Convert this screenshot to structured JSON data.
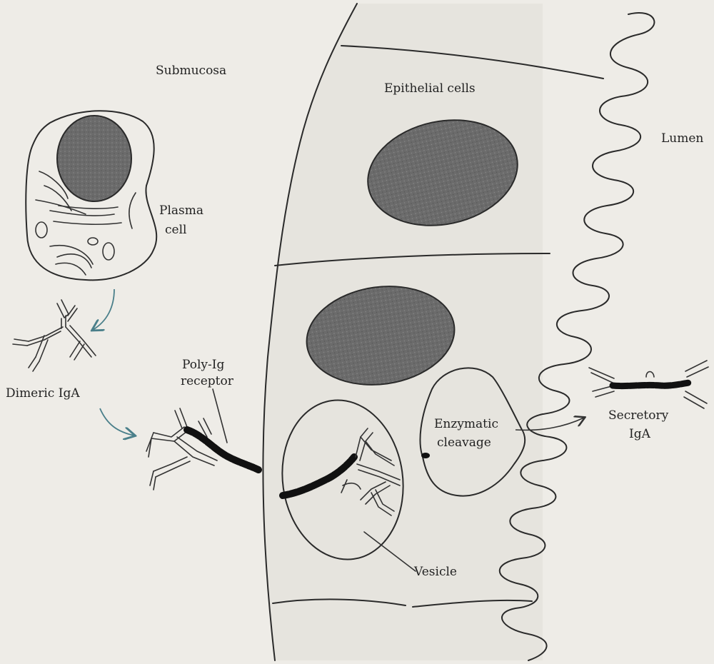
{
  "labels": {
    "submucosa": "Submucosa",
    "epithelial_cells": "Epithelial cells",
    "lumen": "Lumen",
    "plasma_cell_line1": "Plasma",
    "plasma_cell_line2": "cell",
    "dimeric_iga": "Dimeric IgA",
    "poly_ig_line1": "Poly-Ig",
    "poly_ig_line2": "receptor",
    "enzymatic_line1": "Enzymatic",
    "enzymatic_line2": "cleavage",
    "secretory_line1": "Secretory",
    "secretory_line2": "IgA",
    "vesicle": "Vesicle"
  },
  "colors": {
    "background": "#eeece7",
    "outline": "#2a2a2a",
    "nucleus": "#6b6b6b",
    "arrow": "#4a7f8a",
    "cell_fill": "#e6e4de"
  }
}
